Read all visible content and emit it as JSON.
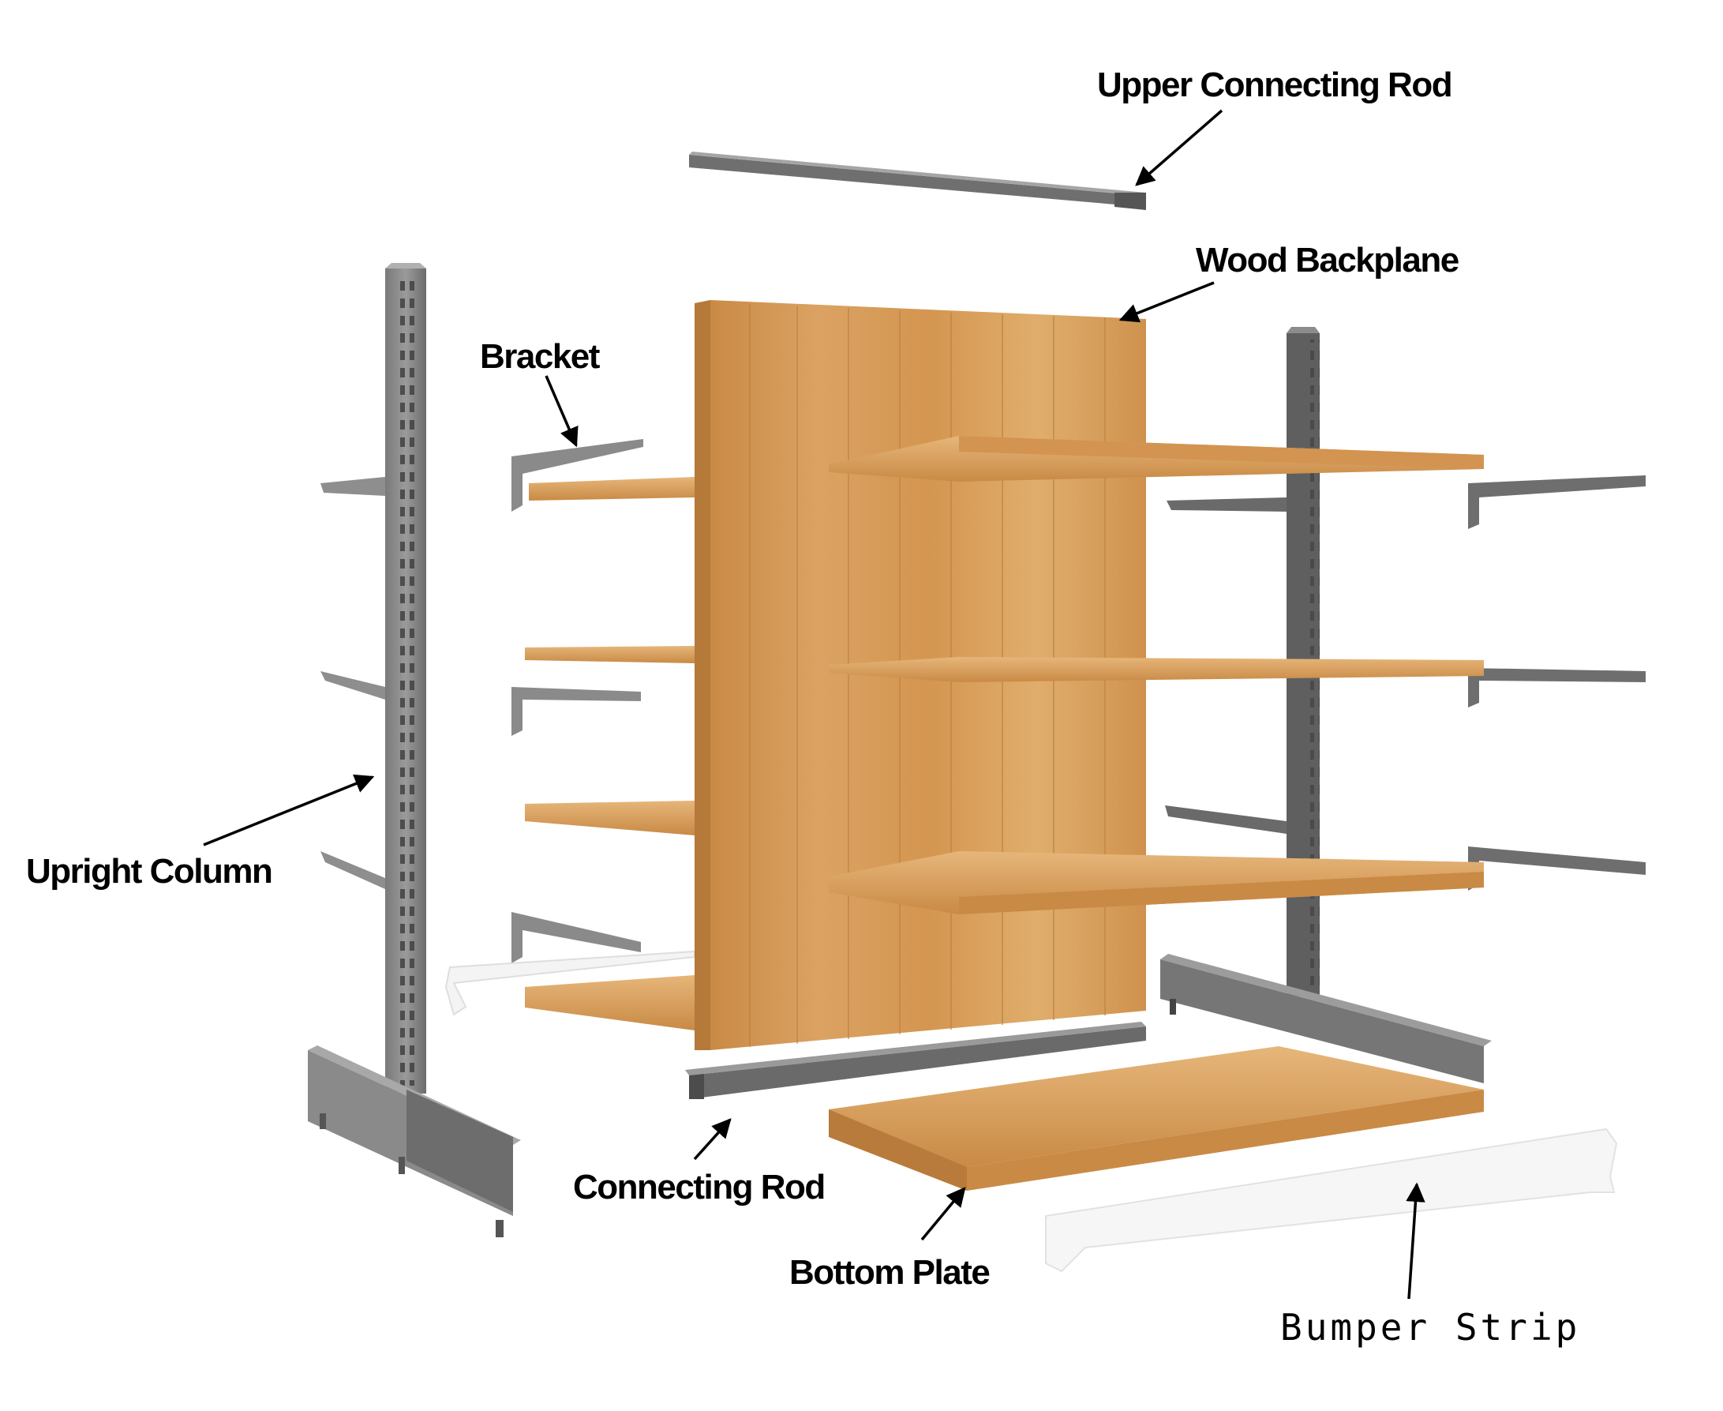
{
  "labels": {
    "upper_connecting_rod": "Upper Connecting Rod",
    "wood_backplane": "Wood Backplane",
    "bracket": "Bracket",
    "upright_column": "Upright Column",
    "connecting_rod": "Connecting Rod",
    "bottom_plate": "Bottom Plate",
    "bumper_strip": "Bumper Strip"
  },
  "colors": {
    "background": "#ffffff",
    "steel": "#8a8a8a",
    "steel_dark": "#5e5e5e",
    "wood": "#d39a55",
    "wood_light": "#e2b06e",
    "wood_edge": "#c0823e",
    "bumper": "#f2f2f2",
    "text": "#000000"
  }
}
